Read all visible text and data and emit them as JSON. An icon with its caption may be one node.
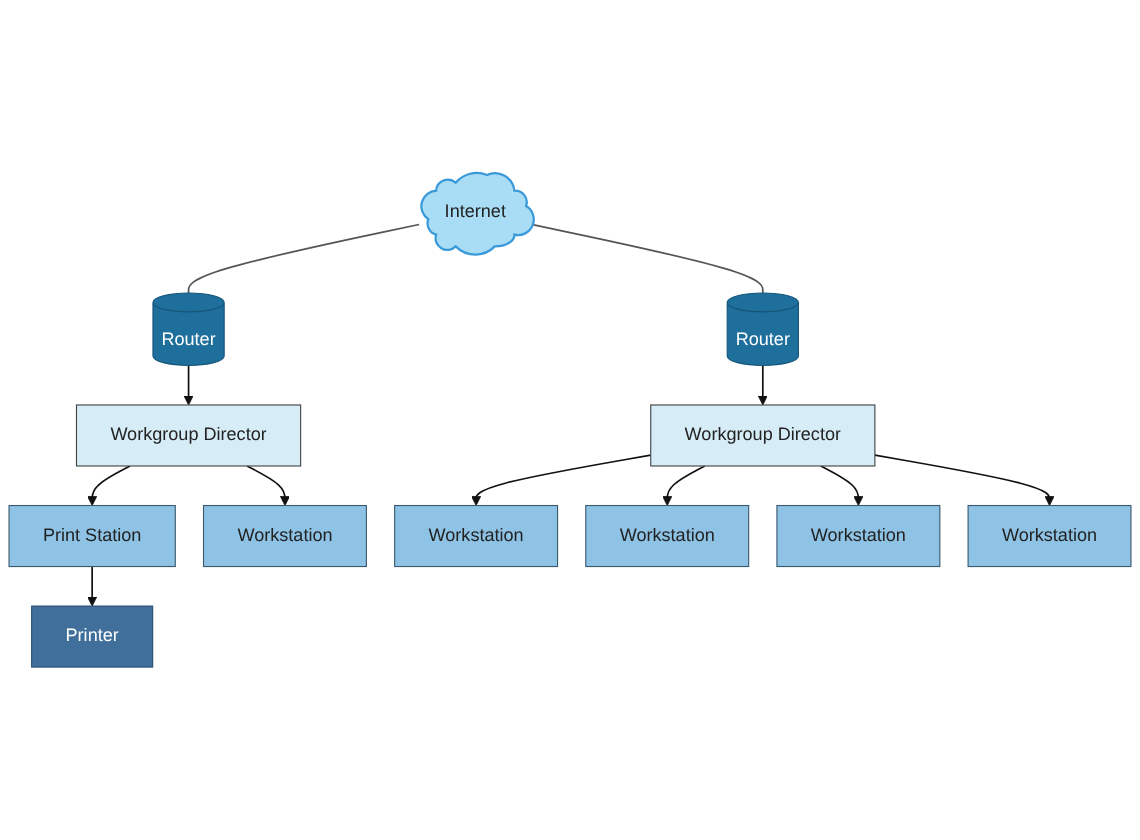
{
  "diagram": {
    "nodes": [
      {
        "text": [
          "Internet"
        ]
      },
      {
        "text": [
          "Router"
        ]
      },
      {
        "text": [
          "Router"
        ]
      },
      {
        "text": [
          "Workgroup Director"
        ]
      },
      {
        "text": [
          "Print Station"
        ]
      },
      {
        "text": [
          "Printer"
        ]
      },
      {
        "text": [
          "Workstation"
        ]
      },
      {
        "text": [
          "Workgroup Director"
        ]
      },
      {
        "text": [
          "Workstation"
        ]
      },
      {
        "text": [
          "Workstation"
        ]
      },
      {
        "text": [
          "Workstation"
        ]
      },
      {
        "text": [
          "Workstation"
        ]
      }
    ],
    "edges": [
      {
        "from": 0,
        "to": 1,
        "arrow": "none",
        "color": "#555555"
      },
      {
        "from": 0,
        "to": 2,
        "arrow": "none",
        "color": "#555555"
      },
      {
        "from": 1,
        "to": 3,
        "arrow": "to"
      },
      {
        "from": 3,
        "to": 4,
        "arrow": "to"
      },
      {
        "from": 4,
        "to": 5,
        "arrow": "to"
      },
      {
        "from": 3,
        "to": 6,
        "arrow": "to"
      },
      {
        "from": 2,
        "to": 7,
        "arrow": "to"
      },
      {
        "from": 7,
        "to": 8,
        "arrow": "to"
      },
      {
        "from": 7,
        "to": 9,
        "arrow": "to"
      },
      {
        "from": 7,
        "to": 10,
        "arrow": "to"
      },
      {
        "from": 7,
        "to": 11,
        "arrow": "to"
      }
    ]
  }
}
